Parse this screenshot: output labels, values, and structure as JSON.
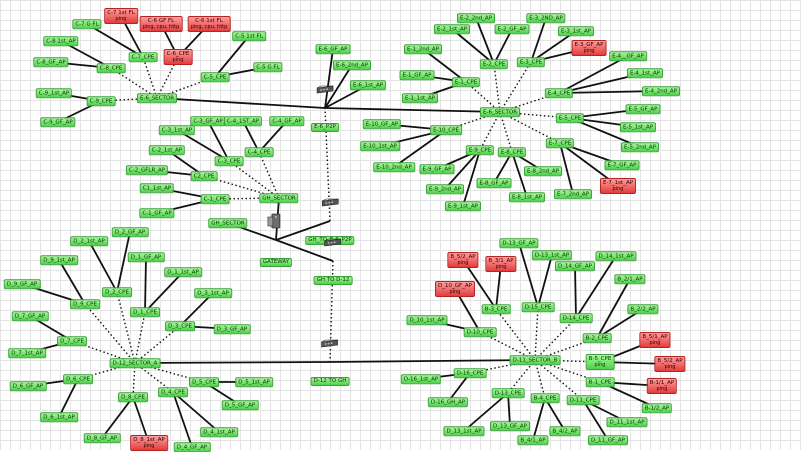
{
  "map": {
    "nodes": [
      {
        "id": "c7fl",
        "label": "C-7 1st FL",
        "status": "down",
        "sub": "ping"
      },
      {
        "id": "c6gf",
        "label": "C-6 GF FL",
        "status": "down",
        "sub": "ping, cpu, http"
      },
      {
        "id": "c61fl",
        "label": "C-6 1st FL",
        "status": "down",
        "sub": "ping, cpu, http"
      },
      {
        "id": "c7gfl",
        "label": "C-7 G FL",
        "status": "ok"
      },
      {
        "id": "c81ap",
        "label": "C-8 1st_AP",
        "status": "ok"
      },
      {
        "id": "c8gfap",
        "label": "C-8_GF_AP",
        "status": "ok"
      },
      {
        "id": "c8cpe",
        "label": "C-8_CPE",
        "status": "ok"
      },
      {
        "id": "c7cpe",
        "label": "C-7_CPE",
        "status": "ok"
      },
      {
        "id": "c6cpe",
        "label": "C-6_CPE",
        "status": "down",
        "sub": "ping"
      },
      {
        "id": "c51fl",
        "label": "C-5 1st FL",
        "status": "ok"
      },
      {
        "id": "c5gfl",
        "label": "C-5 G FL",
        "status": "ok"
      },
      {
        "id": "c5cpe",
        "label": "C-5_CPE",
        "status": "ok"
      },
      {
        "id": "c91ap",
        "label": "C-9_1st_AP",
        "status": "ok"
      },
      {
        "id": "c9cpe",
        "label": "C-9_CPE",
        "status": "ok"
      },
      {
        "id": "c9gfap",
        "label": "C-9_GF_AP",
        "status": "ok"
      },
      {
        "id": "e6sector",
        "label": "E-6_SECTOR",
        "status": "ok"
      },
      {
        "id": "c31ap",
        "label": "C-3_1st_AP",
        "status": "ok"
      },
      {
        "id": "c3gfap",
        "label": "C-3_GF_AP",
        "status": "ok"
      },
      {
        "id": "c41st",
        "label": "C-4_1ST_AP",
        "status": "ok"
      },
      {
        "id": "c4gfap",
        "label": "C-4_GF_AP",
        "status": "ok"
      },
      {
        "id": "c3cpe",
        "label": "C-3_CPE",
        "status": "ok"
      },
      {
        "id": "c4cpe",
        "label": "C-4_CPE",
        "status": "ok"
      },
      {
        "id": "c21ap",
        "label": "C-2_1st_AP",
        "status": "ok"
      },
      {
        "id": "c2gflr",
        "label": "C-2_GFLR_AP",
        "status": "ok"
      },
      {
        "id": "c2cpe",
        "label": "C2_CPE",
        "status": "ok"
      },
      {
        "id": "c11ap",
        "label": "C1_1st_AP",
        "status": "ok"
      },
      {
        "id": "c1cpe",
        "label": "C-1_CPE",
        "status": "ok"
      },
      {
        "id": "c1gfap",
        "label": "C-1_GF_AP",
        "status": "ok"
      },
      {
        "id": "ghsector",
        "label": "GH_SECTOR",
        "status": "ok"
      },
      {
        "id": "ghsector2",
        "label": "GH_SECTOR",
        "status": "ok"
      },
      {
        "id": "e6gfap",
        "label": "E-6_GF_AP",
        "status": "ok"
      },
      {
        "id": "e62ndap",
        "label": "E-6_2nd_AP",
        "status": "ok"
      },
      {
        "id": "e61stap",
        "label": "E-6_1st_AP",
        "status": "ok"
      },
      {
        "id": "e22nd",
        "label": "E-2_2nd_AP",
        "status": "ok"
      },
      {
        "id": "e21st",
        "label": "E-2_1st_AP",
        "status": "ok"
      },
      {
        "id": "e2gf",
        "label": "E-2_GF_AP",
        "status": "ok"
      },
      {
        "id": "e32nd",
        "label": "E-3_2ND_AP",
        "status": "ok"
      },
      {
        "id": "e31st",
        "label": "E-3_1st_AP",
        "status": "ok"
      },
      {
        "id": "e3gf",
        "label": "E-3_GF_AP",
        "status": "down",
        "sub": "ping"
      },
      {
        "id": "e12nd",
        "label": "E-1_2nd_AP",
        "status": "ok"
      },
      {
        "id": "e1gf",
        "label": "E-1_GF_AP",
        "status": "ok"
      },
      {
        "id": "e11st",
        "label": "E-1_1st_AP",
        "status": "ok"
      },
      {
        "id": "e1cpe",
        "label": "E-1_CPE",
        "status": "ok"
      },
      {
        "id": "e2cpe",
        "label": "E-2_CPE",
        "status": "ok"
      },
      {
        "id": "e3cpe",
        "label": "E-3_CPE",
        "status": "ok"
      },
      {
        "id": "e4gf",
        "label": "E-4__GF_AP",
        "status": "ok"
      },
      {
        "id": "e41st",
        "label": "E-4_1st_AP",
        "status": "ok"
      },
      {
        "id": "e42nd",
        "label": "E-4_2nd_AP",
        "status": "ok"
      },
      {
        "id": "e4cpe",
        "label": "E-4_CPE",
        "status": "ok"
      },
      {
        "id": "e6sector2",
        "label": "E-6_SECTOR",
        "status": "ok"
      },
      {
        "id": "e10gf",
        "label": "E-10_GF_AP",
        "status": "ok"
      },
      {
        "id": "e10cpe",
        "label": "E-10_CPE",
        "status": "ok"
      },
      {
        "id": "e101st",
        "label": "E-10_1st_AP",
        "status": "ok"
      },
      {
        "id": "e102nd",
        "label": "E-10_2nd_AP",
        "status": "ok"
      },
      {
        "id": "e5gf",
        "label": "E-5_GF_AP",
        "status": "ok"
      },
      {
        "id": "e5cpe",
        "label": "E-5_CPE",
        "status": "ok"
      },
      {
        "id": "e51st",
        "label": "E-5_1st_AP",
        "status": "ok"
      },
      {
        "id": "e52nd",
        "label": "E-5_2nd_AP",
        "status": "ok"
      },
      {
        "id": "e9cpe",
        "label": "E-9_CPE",
        "status": "ok"
      },
      {
        "id": "e9gf",
        "label": "E-9_GF_AP",
        "status": "ok"
      },
      {
        "id": "e92nd",
        "label": "E-9_2nd_AP",
        "status": "ok"
      },
      {
        "id": "e91st",
        "label": "E-9_1st_AP",
        "status": "ok"
      },
      {
        "id": "e8cpe",
        "label": "E-8_CPE",
        "status": "ok"
      },
      {
        "id": "e8gf",
        "label": "E-8_GF_AP",
        "status": "ok"
      },
      {
        "id": "e82nd",
        "label": "E-8_2nd_AP",
        "status": "ok"
      },
      {
        "id": "e81st",
        "label": "E-8_1st_AP",
        "status": "ok"
      },
      {
        "id": "e7cpe",
        "label": "E-7_CPE",
        "status": "ok"
      },
      {
        "id": "e7gf",
        "label": "E-7_GF_AP",
        "status": "ok"
      },
      {
        "id": "e72nd",
        "label": "E-7_2nd_AP",
        "status": "ok"
      },
      {
        "id": "e71st",
        "label": "E-7_1st_AP",
        "status": "down",
        "sub": "ping"
      },
      {
        "id": "d22nd",
        "label": "D_2_1st_AP",
        "status": "ok"
      },
      {
        "id": "d2gf",
        "label": "D_2_GF_AP",
        "status": "ok"
      },
      {
        "id": "d91st",
        "label": "D_9_1st_AP",
        "status": "ok"
      },
      {
        "id": "d1gf",
        "label": "D_1_GF_AP",
        "status": "ok"
      },
      {
        "id": "d11st",
        "label": "D_1_1st_AP",
        "status": "ok"
      },
      {
        "id": "d9gf",
        "label": "D_9_GF_AP",
        "status": "ok"
      },
      {
        "id": "d2cpe",
        "label": "D_2_CPE",
        "status": "ok"
      },
      {
        "id": "d9cpe",
        "label": "D_9_CPE",
        "status": "ok"
      },
      {
        "id": "d1cpe",
        "label": "D_1_CPE",
        "status": "ok"
      },
      {
        "id": "d31st",
        "label": "D_3_1st_AP",
        "status": "ok"
      },
      {
        "id": "d7gf",
        "label": "D_7_GF_AP",
        "status": "ok"
      },
      {
        "id": "d3cpe",
        "label": "D_3_CPE",
        "status": "ok"
      },
      {
        "id": "d3gf",
        "label": "D_3_GF_AP",
        "status": "ok"
      },
      {
        "id": "d7cpe",
        "label": "D_7_CPE",
        "status": "ok"
      },
      {
        "id": "d71st",
        "label": "D_7_1st_AP",
        "status": "ok"
      },
      {
        "id": "d12sector",
        "label": "D-12_SECTOR_A",
        "status": "ok"
      },
      {
        "id": "d6cpe",
        "label": "D_6_CPE",
        "status": "ok"
      },
      {
        "id": "d6gf",
        "label": "D_6_GF_AP",
        "status": "ok"
      },
      {
        "id": "d61st",
        "label": "D_6_1st_AP",
        "status": "ok"
      },
      {
        "id": "d8cpe",
        "label": "D_8_CPE",
        "status": "ok"
      },
      {
        "id": "d4cpe",
        "label": "D_4_CPE",
        "status": "ok"
      },
      {
        "id": "d5cpe",
        "label": "D_5_CPE",
        "status": "ok"
      },
      {
        "id": "d51st",
        "label": "D_5_1st_AP",
        "status": "ok"
      },
      {
        "id": "d5gf",
        "label": "D_5_GF_AP",
        "status": "ok"
      },
      {
        "id": "d41st",
        "label": "D_4_1st_AP",
        "status": "ok"
      },
      {
        "id": "d8gf",
        "label": "D_8_GF_AP",
        "status": "ok"
      },
      {
        "id": "d81st",
        "label": "D_8_1st_AP",
        "status": "down",
        "sub": "ping"
      },
      {
        "id": "d4gf",
        "label": "D_4_GF_AP",
        "status": "ok"
      },
      {
        "id": "b52ap",
        "label": "B_5/2_AP",
        "status": "down",
        "sub": "ping"
      },
      {
        "id": "b31ap",
        "label": "B_3/1_AP",
        "status": "down",
        "sub": "ping"
      },
      {
        "id": "d10gf",
        "label": "D_10_GF_AP",
        "status": "down",
        "sub": "ping"
      },
      {
        "id": "d13gf",
        "label": "D-13_GF_AP",
        "status": "ok"
      },
      {
        "id": "d131st",
        "label": "D-13_1st_AP",
        "status": "ok"
      },
      {
        "id": "d14gf",
        "label": "D_14_GF_AP",
        "status": "ok"
      },
      {
        "id": "d141st",
        "label": "D_14_1st_AP",
        "status": "ok"
      },
      {
        "id": "b21ap",
        "label": "B_2/1_AP",
        "status": "ok"
      },
      {
        "id": "b22ap",
        "label": "B_2/2_AP",
        "status": "ok"
      },
      {
        "id": "b3cpe",
        "label": "B-3_CPE",
        "status": "ok"
      },
      {
        "id": "d15cpe",
        "label": "D-15_CPE",
        "status": "ok"
      },
      {
        "id": "d101st",
        "label": "D_10_1st_AP",
        "status": "ok"
      },
      {
        "id": "d14cpe",
        "label": "D-14_CPE",
        "status": "ok"
      },
      {
        "id": "b2cpe",
        "label": "B-2_CPE",
        "status": "ok"
      },
      {
        "id": "b51ap",
        "label": "B_5/1_AP",
        "status": "down",
        "sub": "ping"
      },
      {
        "id": "d10cpe",
        "label": "D-10_CPE",
        "status": "ok"
      },
      {
        "id": "d11sector",
        "label": "D-11_SECTOR_B",
        "status": "ok"
      },
      {
        "id": "b5cpe",
        "label": "B-5_CPE",
        "status": "ok",
        "sub": "ping"
      },
      {
        "id": "b52ap2",
        "label": "B_5/2_AP",
        "status": "down",
        "sub": "ping"
      },
      {
        "id": "d16cpe",
        "label": "D-16_CPE",
        "status": "ok"
      },
      {
        "id": "d161st",
        "label": "D-16_1st_AP",
        "status": "ok"
      },
      {
        "id": "d16gh",
        "label": "D-16_GH_AP",
        "status": "ok"
      },
      {
        "id": "d13cpe",
        "label": "D-13_CPE",
        "status": "ok"
      },
      {
        "id": "b4cpe",
        "label": "B-4_CPE",
        "status": "ok"
      },
      {
        "id": "b1cpe",
        "label": "B-1_CPE",
        "status": "ok"
      },
      {
        "id": "b11ap",
        "label": "B-1/1_AP",
        "status": "down",
        "sub": "ping"
      },
      {
        "id": "b12ap",
        "label": "B-1/2_AP",
        "status": "ok"
      },
      {
        "id": "d11cpe",
        "label": "D-11_CPE",
        "status": "ok"
      },
      {
        "id": "d131stb",
        "label": "D_13_1st_AP",
        "status": "ok"
      },
      {
        "id": "d13gfb",
        "label": "D_13_GF_AP",
        "status": "ok"
      },
      {
        "id": "b41ap",
        "label": "B_4/1_AP",
        "status": "ok"
      },
      {
        "id": "b42ap",
        "label": "B_4/2_AP",
        "status": "ok"
      },
      {
        "id": "d111st",
        "label": "D_11_1st_AP",
        "status": "ok"
      },
      {
        "id": "d11gf",
        "label": "D_11_GF_AP",
        "status": "ok"
      }
    ],
    "devices": [
      {
        "id": "e6ptp",
        "label": "E-6_P2P",
        "kind": "switch"
      },
      {
        "id": "gateway",
        "label": "GATEWAY",
        "kind": "gateway"
      },
      {
        "id": "ghtoe6",
        "label": "GH_TO_E-6_P2P",
        "kind": "switch"
      },
      {
        "id": "ghtod12",
        "label": "GH TO D-12",
        "kind": "switch"
      },
      {
        "id": "d12togh",
        "label": "D-12 TO GH",
        "kind": "switch"
      }
    ]
  }
}
